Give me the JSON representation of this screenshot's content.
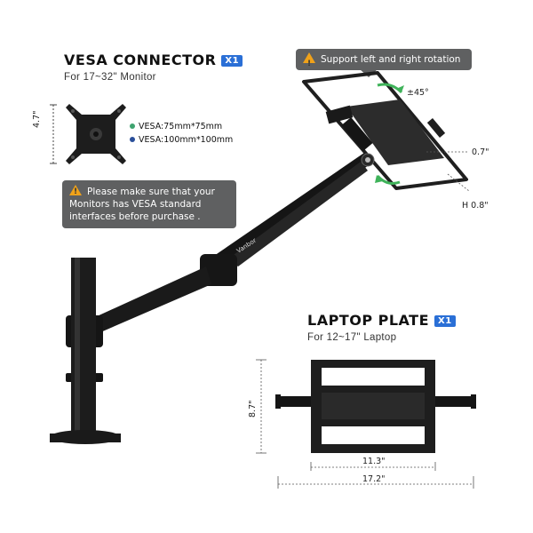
{
  "vesa": {
    "title": "VESA CONNECTOR",
    "badge": "X1",
    "subtitle": "For 17~32\" Monitor",
    "height_label": "4.7\"",
    "specs": [
      {
        "text": "VESA:75mm*75mm",
        "color": "#3ea36f"
      },
      {
        "text": "VESA:100mm*100mm",
        "color": "#2a4f9a"
      }
    ]
  },
  "callouts": {
    "rotation": "Support left and right rotation",
    "vesa_notice": "Please make sure that your Monitors has VESA standard interfaces before purchase ."
  },
  "arm": {
    "brand": "Vanbor",
    "rotation_angle": "±45°",
    "thickness_label": "0.7\"",
    "hook_label": "H 0.8\""
  },
  "laptop": {
    "title": "LAPTOP PLATE",
    "badge": "X1",
    "subtitle": "For 12~17\" Laptop",
    "height_label": "8.7\"",
    "inner_width_label": "11.3\"",
    "outer_width_label": "17.2\""
  },
  "colors": {
    "accent_badge": "#2a6fd6",
    "callout_bg": "#5f6061",
    "warning": "#f0a21a",
    "rotation_arrow": "#3fb35a"
  }
}
